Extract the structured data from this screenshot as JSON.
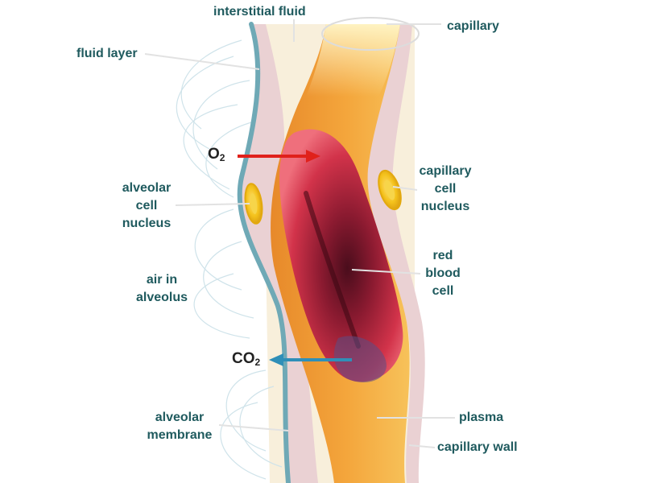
{
  "labels": {
    "interstitial_fluid": "interstitial fluid",
    "capillary": "capillary",
    "fluid_layer": "fluid layer",
    "alveolar_cell_nucleus": [
      "alveolar",
      "cell",
      "nucleus"
    ],
    "capillary_cell_nucleus": [
      "capillary",
      "cell",
      "nucleus"
    ],
    "air_in_alveolus": [
      "air in",
      "alveolus"
    ],
    "red_blood_cell": [
      "red",
      "blood",
      "cell"
    ],
    "alveolar_membrane": [
      "alveolar",
      "membrane"
    ],
    "plasma": "plasma",
    "capillary_wall": "capillary wall"
  },
  "gases": {
    "o2_symbol": "O",
    "o2_subscript": "2",
    "co2_symbol": "CO",
    "co2_subscript": "2"
  },
  "colors": {
    "label_text": "#1f5a5e",
    "o2_arrow": "#e0211b",
    "co2_arrow": "#2f8fb8",
    "plasma": "#f2a33a",
    "alveolar_membrane": "#6fa9b6",
    "red_blood_cell": "#d8344a",
    "nucleus": "#f4c21c"
  },
  "icons": {
    "o2_arrow": "arrow-right",
    "co2_arrow": "arrow-left"
  }
}
